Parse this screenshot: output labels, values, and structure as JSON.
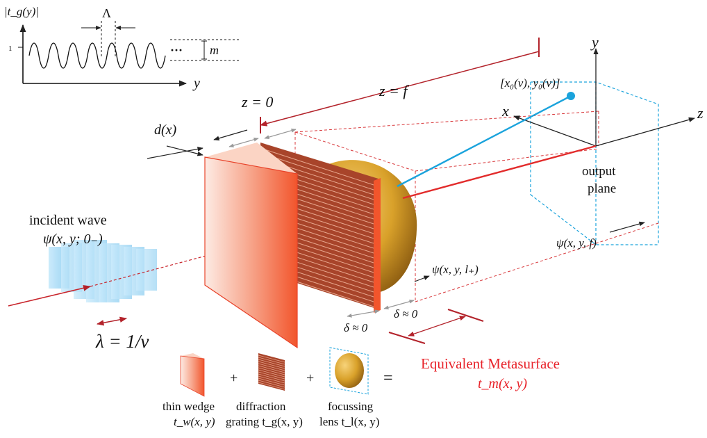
{
  "inset": {
    "ylabel": "|t_g(y)|",
    "tick_one": "1",
    "period": "Λ",
    "xlabel": "y",
    "modulation": "m",
    "ellipsis": "···"
  },
  "labels": {
    "z_f": "z = f",
    "z_0": "z = 0",
    "d_x": "d(x)",
    "point": "[x₀(ν), y₀(ν)]",
    "axis_y": "y",
    "axis_x": "x",
    "axis_z": "z",
    "output_plane_1": "output",
    "output_plane_2": "plane",
    "incident_1": "incident wave",
    "incident_2": "ψ(x, y; 0₋)",
    "psi_f": "ψ(x, y, f)",
    "psi_l": "ψ(x, y, l₊)",
    "delta1": "δ ≈ 0",
    "delta2": "δ ≈ 0",
    "wavelength": "λ = 1/ν"
  },
  "legend": {
    "wedge_1": "thin wedge",
    "wedge_2": "t_w(x, y)",
    "grating_1": "diffraction",
    "grating_2": "grating t_g(x, y)",
    "lens_1": "focussing",
    "lens_2": "lens t_l(x, y)",
    "plus1": "+",
    "plus2": "+",
    "equals": "=",
    "meta_1": "Equivalent Metasurface",
    "meta_2": "t_m(x, y)"
  },
  "colors": {
    "accent_red": "#e8232a",
    "cyan": "#1aa3dc",
    "wedge": "#f2552c",
    "grating": "#a8442a",
    "lens": "#d9a12a"
  }
}
